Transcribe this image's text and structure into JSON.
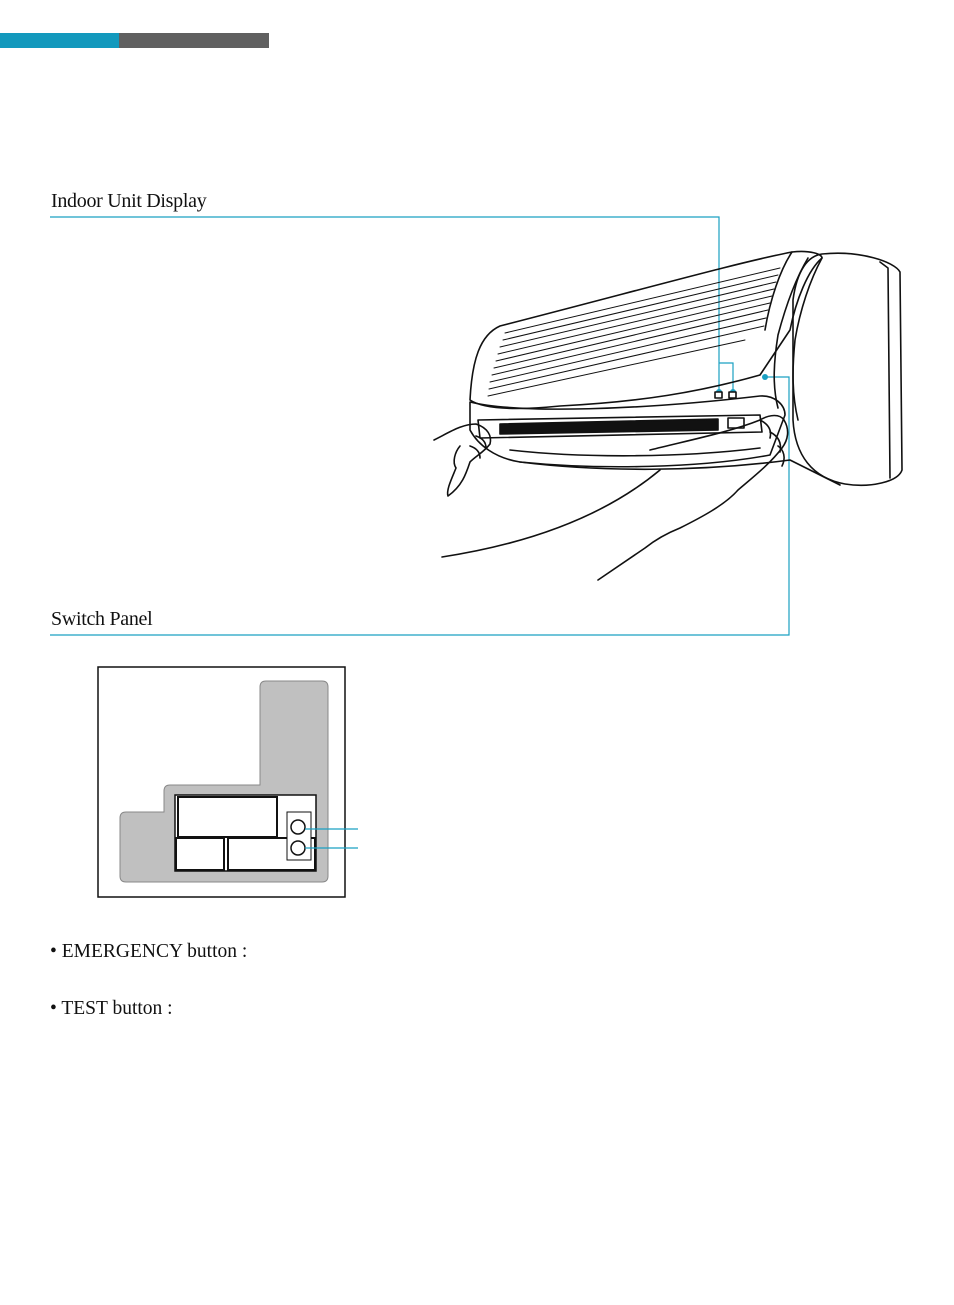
{
  "header": {
    "accent_color": "#1399bd",
    "secondary_color": "#606060"
  },
  "sections": {
    "indoor_unit_display": "Indoor Unit Display",
    "switch_panel": "Switch Panel"
  },
  "buttons": {
    "emergency": "• EMERGENCY button :",
    "test": "• TEST button :"
  },
  "colors": {
    "leader_line": "#1aa0c2",
    "panel_fill": "#c0c0c0"
  }
}
